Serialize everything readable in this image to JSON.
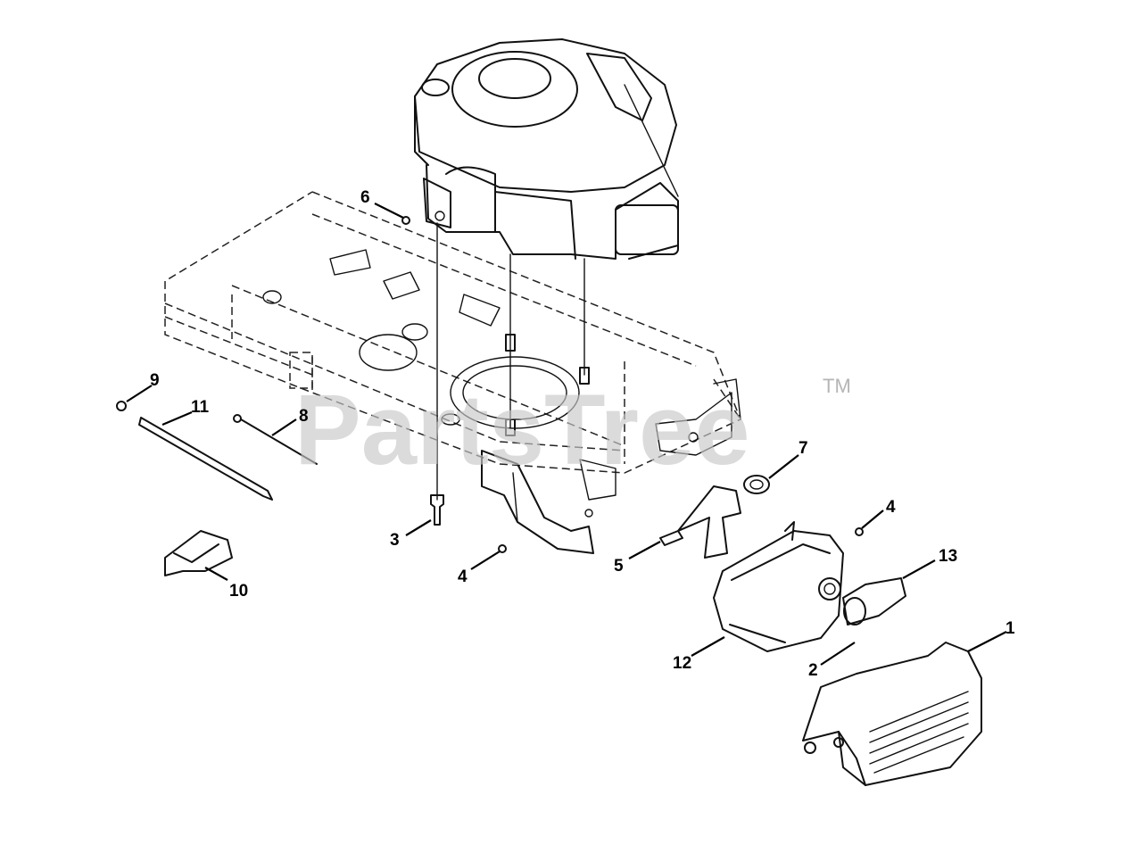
{
  "watermark": {
    "text": "PartsTree",
    "trademark": "TM"
  },
  "callouts": [
    {
      "id": "c1",
      "number": "1"
    },
    {
      "id": "c2",
      "number": "2"
    },
    {
      "id": "c3",
      "number": "3"
    },
    {
      "id": "c4a",
      "number": "4"
    },
    {
      "id": "c4b",
      "number": "4"
    },
    {
      "id": "c5",
      "number": "5"
    },
    {
      "id": "c6",
      "number": "6"
    },
    {
      "id": "c7",
      "number": "7"
    },
    {
      "id": "c8",
      "number": "8"
    },
    {
      "id": "c9",
      "number": "9"
    },
    {
      "id": "c10",
      "number": "10"
    },
    {
      "id": "c11",
      "number": "11"
    },
    {
      "id": "c12",
      "number": "12"
    },
    {
      "id": "c13",
      "number": "13"
    }
  ]
}
